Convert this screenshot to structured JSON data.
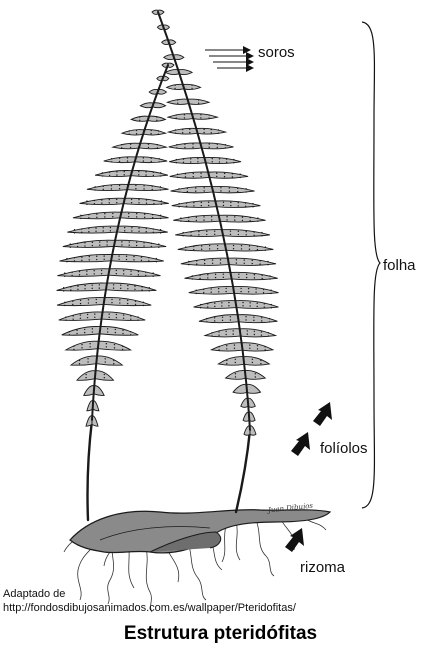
{
  "labels": {
    "soros": "soros",
    "folha": "folha",
    "foliolos": "folíolos",
    "rizoma": "rizoma"
  },
  "credit": {
    "line1": "Adaptado de",
    "line2": "http://fondosdibujosanimados.com.es/wallpaper/Pteridofitas/"
  },
  "caption": "Estrutura pteridófitas",
  "signature": "Juan Dibujos",
  "colors": {
    "ink": "#1a1a1a",
    "pinna_fill": "#bdbdbd",
    "rhizome_fill": "#8a8a8a",
    "background": "#ffffff"
  }
}
